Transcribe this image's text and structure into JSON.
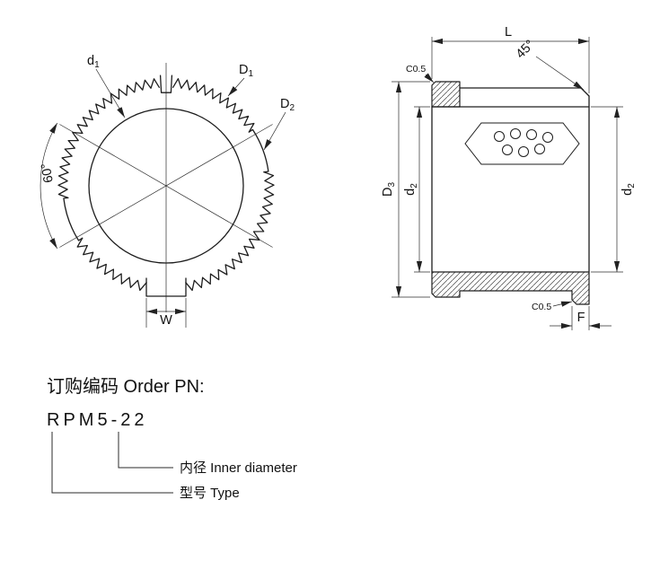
{
  "page": {
    "background": "#ffffff",
    "line_color": "#1d1d1d"
  },
  "front_view": {
    "bore_label_main": "d",
    "bore_label_sub": "1",
    "outer_label_main": "D",
    "outer_label_sub": "1",
    "smooth_label_main": "D",
    "smooth_label_sub": "2",
    "angle_label": "60°",
    "tab_width_label": "W"
  },
  "section_view": {
    "length_label": "L",
    "chamfer_angle_label": "45°",
    "chamfer_top_label": "C0.5",
    "chamfer_bottom_label": "C0.5",
    "flange_dia_main": "D",
    "flange_dia_sub": "3",
    "bore_left_main": "d",
    "bore_left_sub": "2",
    "bore_right_main": "d",
    "bore_right_sub": "2",
    "width_label": "F"
  },
  "order_block": {
    "heading": "订购编码 Order PN:",
    "part_number": "RPM5-22",
    "callout_inner_diameter": "内径 Inner diameter",
    "callout_type": "型号 Type"
  }
}
